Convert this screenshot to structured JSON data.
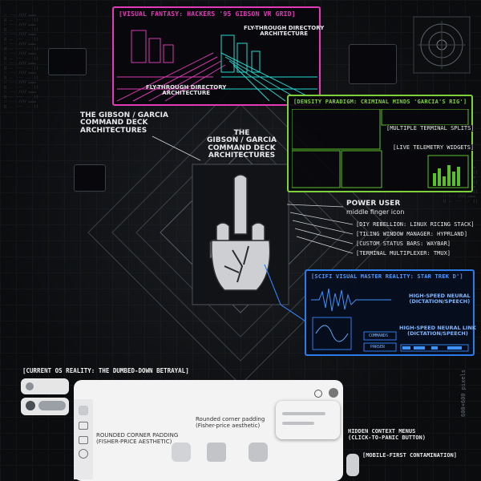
{
  "panels": {
    "hackers": {
      "title": "[VISUAL FANTASY: HACKERS '95 GIBSON VR GRID]",
      "label_top": "FLY-THROUGH DIRECTORY\nARCHITECTURE",
      "label_bottom": "FLY-THROUGH DIRECTORY\nARCHITECTURE",
      "color": "#e23ab8"
    },
    "criminal": {
      "title": "[DENSITY PARADIGM: CRIMINAL MINDS 'GARCIA'S RIG']",
      "tag1": "[MULTIPLE TERMINAL SPLITS]",
      "tag2": "[LIVE TELEMETRY WIDGETS]",
      "color": "#7fd13b"
    },
    "startrek": {
      "title": "[SCIFI VISUAL MASTER REALITY: STAR TREK D']",
      "neural1": "HIGH-SPEED NEURAL\n(DICTATION/SPEECH)",
      "neural2": "HIGH-SPEED NEURAL LINK\n(DICTATION/SPEECH)",
      "commands": "COMMANDS",
      "parser": "PARSER",
      "color": "#2d7be8"
    },
    "current": {
      "title": "[CURRENT OS REALITY: THE DUMBED-DOWN BETRAYAL]"
    }
  },
  "labels": {
    "gibson_left": "THE GIBSON / GARCIA\nCOMMAND DECK\nARCHITECTURES",
    "gibson_center": "THE\nGIBSON / GARCIA\nCOMMAND DECK\nARCHITECTURES",
    "power_user": "POWER USER",
    "power_user_sub": "middle finger icon",
    "diy": "[DIY REBELLION: LINUX RICING STACK]",
    "tiling": "[TILING WINDOW MANAGER: HYPRLAND]",
    "status": "[CUSTOM STATUS BARS: WAYBAR]",
    "mux": "[TERMINAL MULTIPLEXER: TMUX]"
  },
  "mock": {
    "rounded_left": "ROUNDED CORNER PADDING\n(FISHER-PRICE AESTHETIC)",
    "rounded_right": "Rounded corner padding\n(Fisher-price aesthetic)",
    "hidden_menus": "HIDDEN CONTEXT MENUS\n(CLICK-TO-PANIC BUTTON)",
    "mobile_first": "[MOBILE-FIRST CONTAMINATION]"
  },
  "watermark": "600×600 pixels"
}
